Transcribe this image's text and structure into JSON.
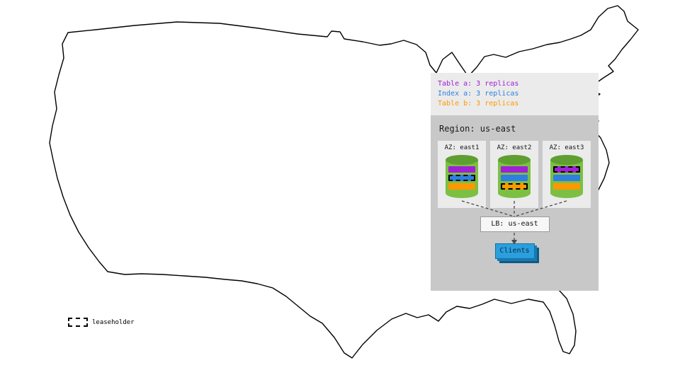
{
  "legend": {
    "items": [
      {
        "label": "Table a: 3 replicas",
        "color": "#a020d6"
      },
      {
        "label": "Index a: 3 replicas",
        "color": "#2f7fe0"
      },
      {
        "label": "Table b: 3 replicas",
        "color": "#ff9800"
      }
    ]
  },
  "region": {
    "title": "Region: us-east",
    "azs": [
      {
        "label": "AZ: east1",
        "bars": [
          {
            "item": 0,
            "leaseholder": false
          },
          {
            "item": 1,
            "leaseholder": true
          },
          {
            "item": 2,
            "leaseholder": false
          }
        ]
      },
      {
        "label": "AZ: east2",
        "bars": [
          {
            "item": 0,
            "leaseholder": false
          },
          {
            "item": 1,
            "leaseholder": false
          },
          {
            "item": 2,
            "leaseholder": true
          }
        ]
      },
      {
        "label": "AZ: east3",
        "bars": [
          {
            "item": 0,
            "leaseholder": true
          },
          {
            "item": 1,
            "leaseholder": false
          },
          {
            "item": 2,
            "leaseholder": false
          }
        ]
      }
    ],
    "load_balancer": {
      "label": "LB: us-east"
    },
    "clients": {
      "label": "Clients"
    }
  },
  "map_legend": {
    "label": "leaseholder"
  },
  "colors": {
    "cylinder_body": "#7bc043",
    "cylinder_top": "#5f9e30",
    "clients_box": "#2b9fdd",
    "panel_bg": "#ebebeb",
    "region_bg": "#c8c8c8",
    "connector": "#4a4a4a"
  }
}
